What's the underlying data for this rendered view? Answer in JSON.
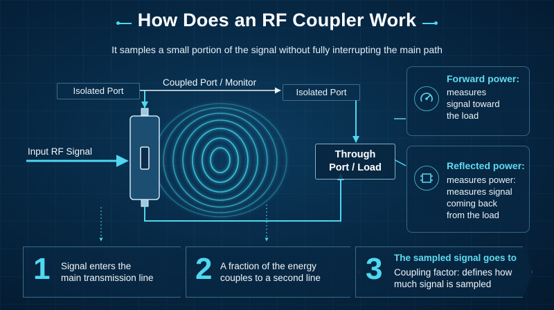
{
  "title": "How Does an RF Coupler Work",
  "subtitle": "It samples a small portion of the signal without fully interrupting the main path",
  "diagram": {
    "isolated_port_left": "Isolated Port",
    "coupled_port_label": "Coupled Port / Monitor",
    "isolated_port_right": "Isolated Port",
    "input_label": "Input RF Signal",
    "through_port_line1": "Through",
    "through_port_line2": "Port / Load"
  },
  "cards": [
    {
      "title": "Forward power:",
      "text_lines": [
        "measures",
        "signal toward",
        "the load"
      ],
      "icon": "gauge-icon"
    },
    {
      "title": "Reflected power:",
      "text_lines": [
        "measures power:",
        "measures signal",
        "coming back",
        "from the load"
      ],
      "icon": "circuit-icon"
    }
  ],
  "steps": [
    {
      "number": "1",
      "lines": [
        "Signal enters the",
        "main transmission line"
      ]
    },
    {
      "number": "2",
      "lines": [
        "A fraction of the energy",
        "couples to a second line"
      ]
    },
    {
      "number": "3",
      "title": "The sampled signal goes to",
      "lines": [
        "Coupling factor: defines how",
        "much signal is sampled"
      ]
    }
  ],
  "colors": {
    "accent": "#4fd8f0",
    "background": "#072a47",
    "text": "#ffffff"
  }
}
